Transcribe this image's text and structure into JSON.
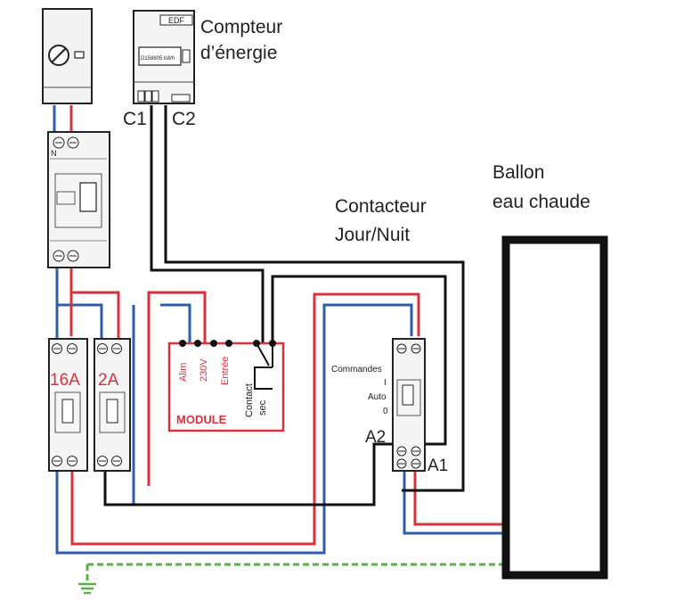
{
  "labels": {
    "meter_title_line1": "Compteur",
    "meter_title_line2": "d’énergie",
    "meter_brand": "EDF",
    "meter_display": "D158805 kWh",
    "c1": "C1",
    "c2": "C2",
    "contactor_title_line1": "Contacteur",
    "contactor_title_line2": "Jour/Nuit",
    "tank_title_line1": "Ballon",
    "tank_title_line2": "eau chaude",
    "breaker1_rating": "16A",
    "breaker2_rating": "2A",
    "module_name": "MODULE",
    "module_alim": "Alim",
    "module_230v": "230V",
    "module_entree": "Entrée",
    "module_contact": "Contact",
    "module_sec": "sec",
    "cmd_commandes": "Commandes",
    "cmd_i": "I",
    "cmd_auto": "Auto",
    "cmd_0": "0",
    "a1": "A1",
    "a2": "A2",
    "neutral_mark": "N"
  },
  "colors": {
    "phase": "#d8333d",
    "neutral": "#2f5dab",
    "earth": "#58b046",
    "control": "#111111"
  }
}
